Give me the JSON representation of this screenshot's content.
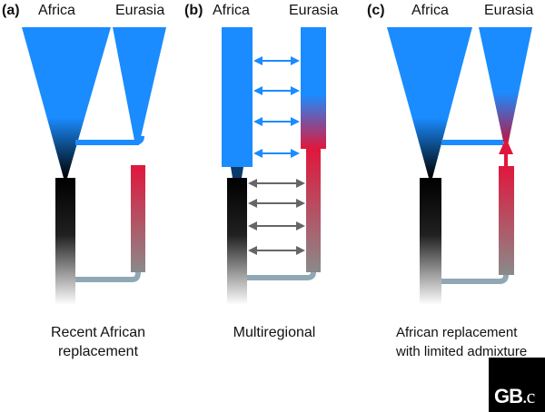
{
  "panels": [
    {
      "letter": "(a)",
      "left_label": "Africa",
      "right_label": "Eurasia",
      "caption_line1": "Recent African",
      "caption_line2": "replacement"
    },
    {
      "letter": "(b)",
      "left_label": "Africa",
      "right_label": "Eurasia",
      "caption_line1": "Multiregional",
      "caption_line2": ""
    },
    {
      "letter": "(c)",
      "left_label": "Africa",
      "right_label": "Eurasia",
      "caption_line1": "African replacement",
      "caption_line2": "with limited admixture"
    }
  ],
  "colors": {
    "modern_blue": "#1a8cff",
    "archaic_red": "#e0173c",
    "black": "#000000",
    "link_grey": "#90a8b4",
    "gene_flow_blue": "#1a8cff",
    "gene_flow_grey": "#666666"
  },
  "logo": {
    "text_main": "GB",
    "text_tail": ".c"
  }
}
